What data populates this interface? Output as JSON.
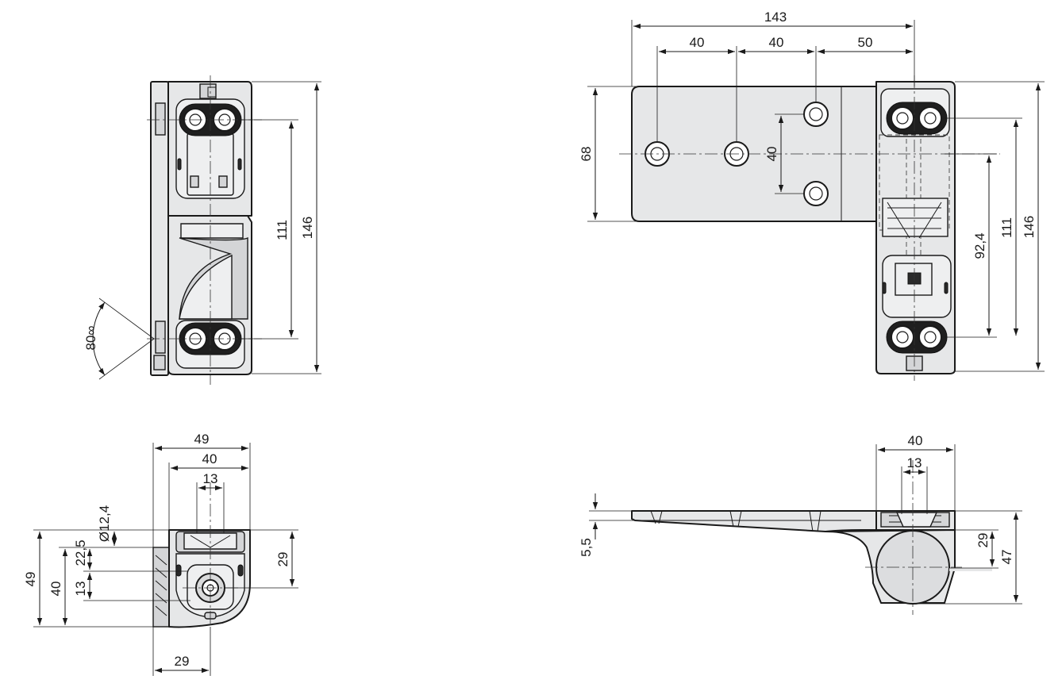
{
  "drawing": {
    "front_view": {
      "dims": {
        "height_total": "146",
        "hole_pitch": "111",
        "swing_angle": "80∞"
      }
    },
    "top_view": {
      "dims": {
        "overall_width": "143",
        "pitch_1": "40",
        "pitch_2": "40",
        "pitch_3": "50",
        "plate_height": "68",
        "vertical_pitch": "40",
        "pin_offset": "92,4",
        "hole_pitch": "111",
        "height_total": "146"
      }
    },
    "side_view": {
      "dims": {
        "width_total": "49",
        "width_inner": "40",
        "slot_width": "13",
        "bore_diameter": "Ø12,4",
        "depth_1": "22,5",
        "height_total": "49",
        "height_inner": "40",
        "offset_13": "13",
        "depth_29": "29",
        "bottom_29": "29"
      }
    },
    "bottom_view": {
      "dims": {
        "width_40": "40",
        "width_13": "13",
        "thickness": "5,5",
        "height_29": "29",
        "height_47": "47"
      }
    }
  }
}
